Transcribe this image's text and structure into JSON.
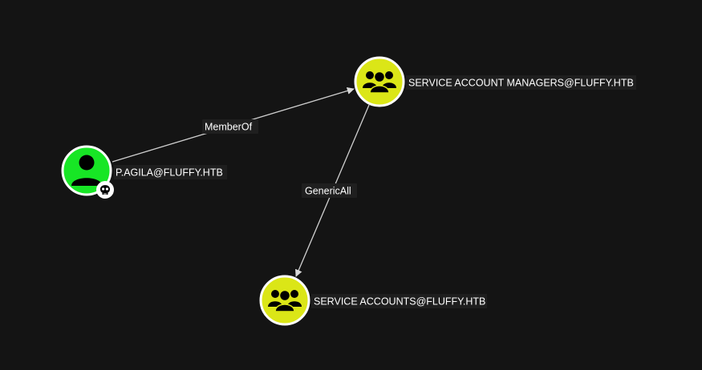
{
  "graph": {
    "background": "#141414",
    "nodes": [
      {
        "id": "p_agila",
        "label": "P.AGILA@FLUFFY.HTB",
        "type": "user",
        "icon": "user-icon",
        "color": "#17e625",
        "badge": "skull-icon"
      },
      {
        "id": "sam",
        "label": "SERVICE ACCOUNT MANAGERS@FLUFFY.HTB",
        "type": "group",
        "icon": "group-icon",
        "color": "#dbe617"
      },
      {
        "id": "sa",
        "label": "SERVICE ACCOUNTS@FLUFFY.HTB",
        "type": "group",
        "icon": "group-icon",
        "color": "#dbe617"
      }
    ],
    "edges": [
      {
        "from": "p_agila",
        "to": "sam",
        "label": "MemberOf"
      },
      {
        "from": "sam",
        "to": "sa",
        "label": "GenericAll"
      }
    ]
  }
}
